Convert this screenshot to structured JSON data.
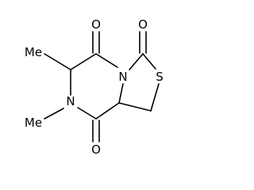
{
  "molecule": {
    "atoms": {
      "o_c6": "O",
      "o_c3": "O",
      "o_c8": "O",
      "n_bridge": "N",
      "n_methyl": "N",
      "s_ring": "S",
      "me_c6": "Me",
      "me_n7": "Me"
    }
  }
}
